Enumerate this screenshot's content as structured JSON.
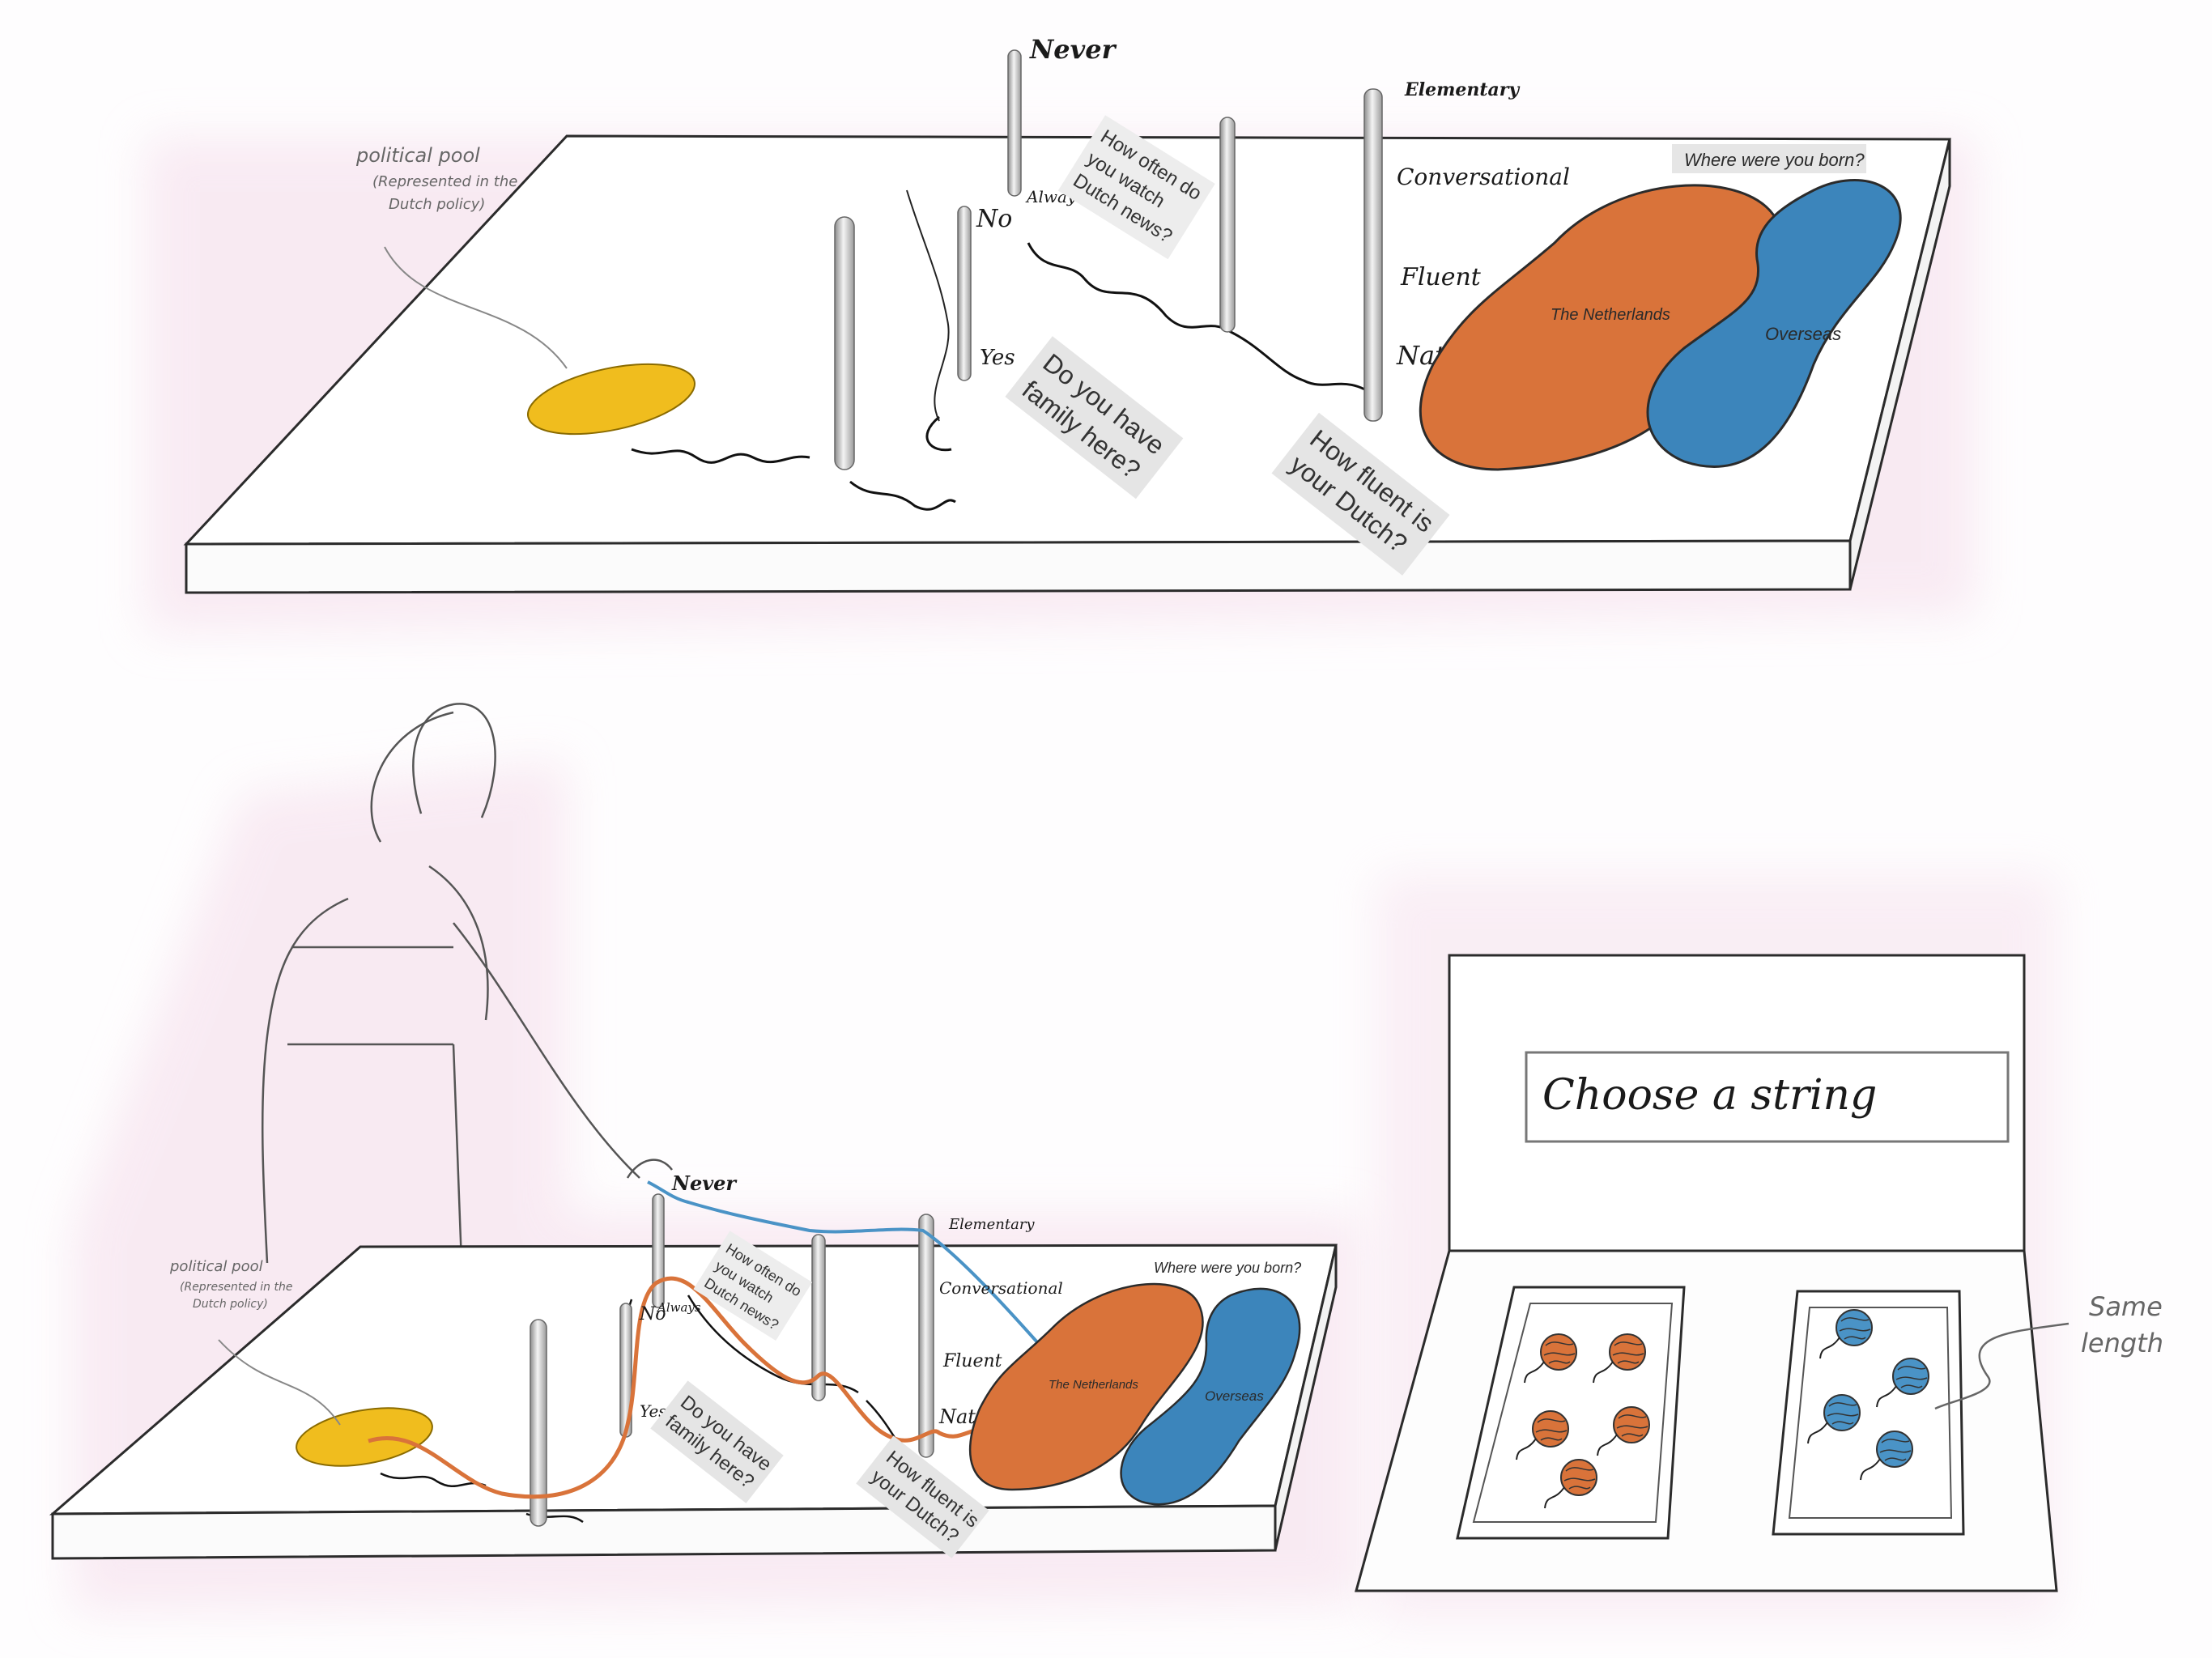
{
  "colors": {
    "netherlands": "#d9733a",
    "overseas": "#3c85bb",
    "pool": "#f0bd1e",
    "string_orange": "#d9733a",
    "string_blue": "#4a93c6",
    "table_edge": "#2b2b2b",
    "glow": "#f4dcea"
  },
  "scene_top": {
    "pool_label": [
      "political pool",
      "(Represented in the",
      "Dutch policy)"
    ],
    "q_family": [
      "Do you have",
      "family here?"
    ],
    "family_yes": "Yes",
    "family_no": "No",
    "q_news": [
      "How often do",
      "you watch",
      "Dutch news?"
    ],
    "news_never": "Never",
    "news_always": "Always",
    "q_fluency": [
      "How fluent is",
      "your Dutch?"
    ],
    "fluency_levels": [
      "Elementary",
      "Conversational",
      "Fluent",
      "Native"
    ],
    "q_born": "Where were you born?",
    "region_nl": "The Netherlands",
    "region_overseas": "Overseas"
  },
  "scene_bottom": {
    "pool_label": [
      "political pool",
      "(Represented in the",
      "Dutch policy)"
    ],
    "q_family": [
      "Do you have",
      "family here?"
    ],
    "family_yes": "Yes",
    "family_no": "No",
    "q_news": [
      "How often do",
      "you watch",
      "Dutch news?"
    ],
    "news_never": "Never",
    "news_always": "Always",
    "q_fluency": [
      "How fluent is",
      "your Dutch?"
    ],
    "fluency_levels": [
      "Elementary",
      "Conversational",
      "Fluent",
      "Native"
    ],
    "q_born": "Where were you born?",
    "region_nl": "The Netherlands",
    "region_overseas": "Overseas"
  },
  "booth": {
    "sign": "Choose a string",
    "note": [
      "Same",
      "length"
    ]
  }
}
